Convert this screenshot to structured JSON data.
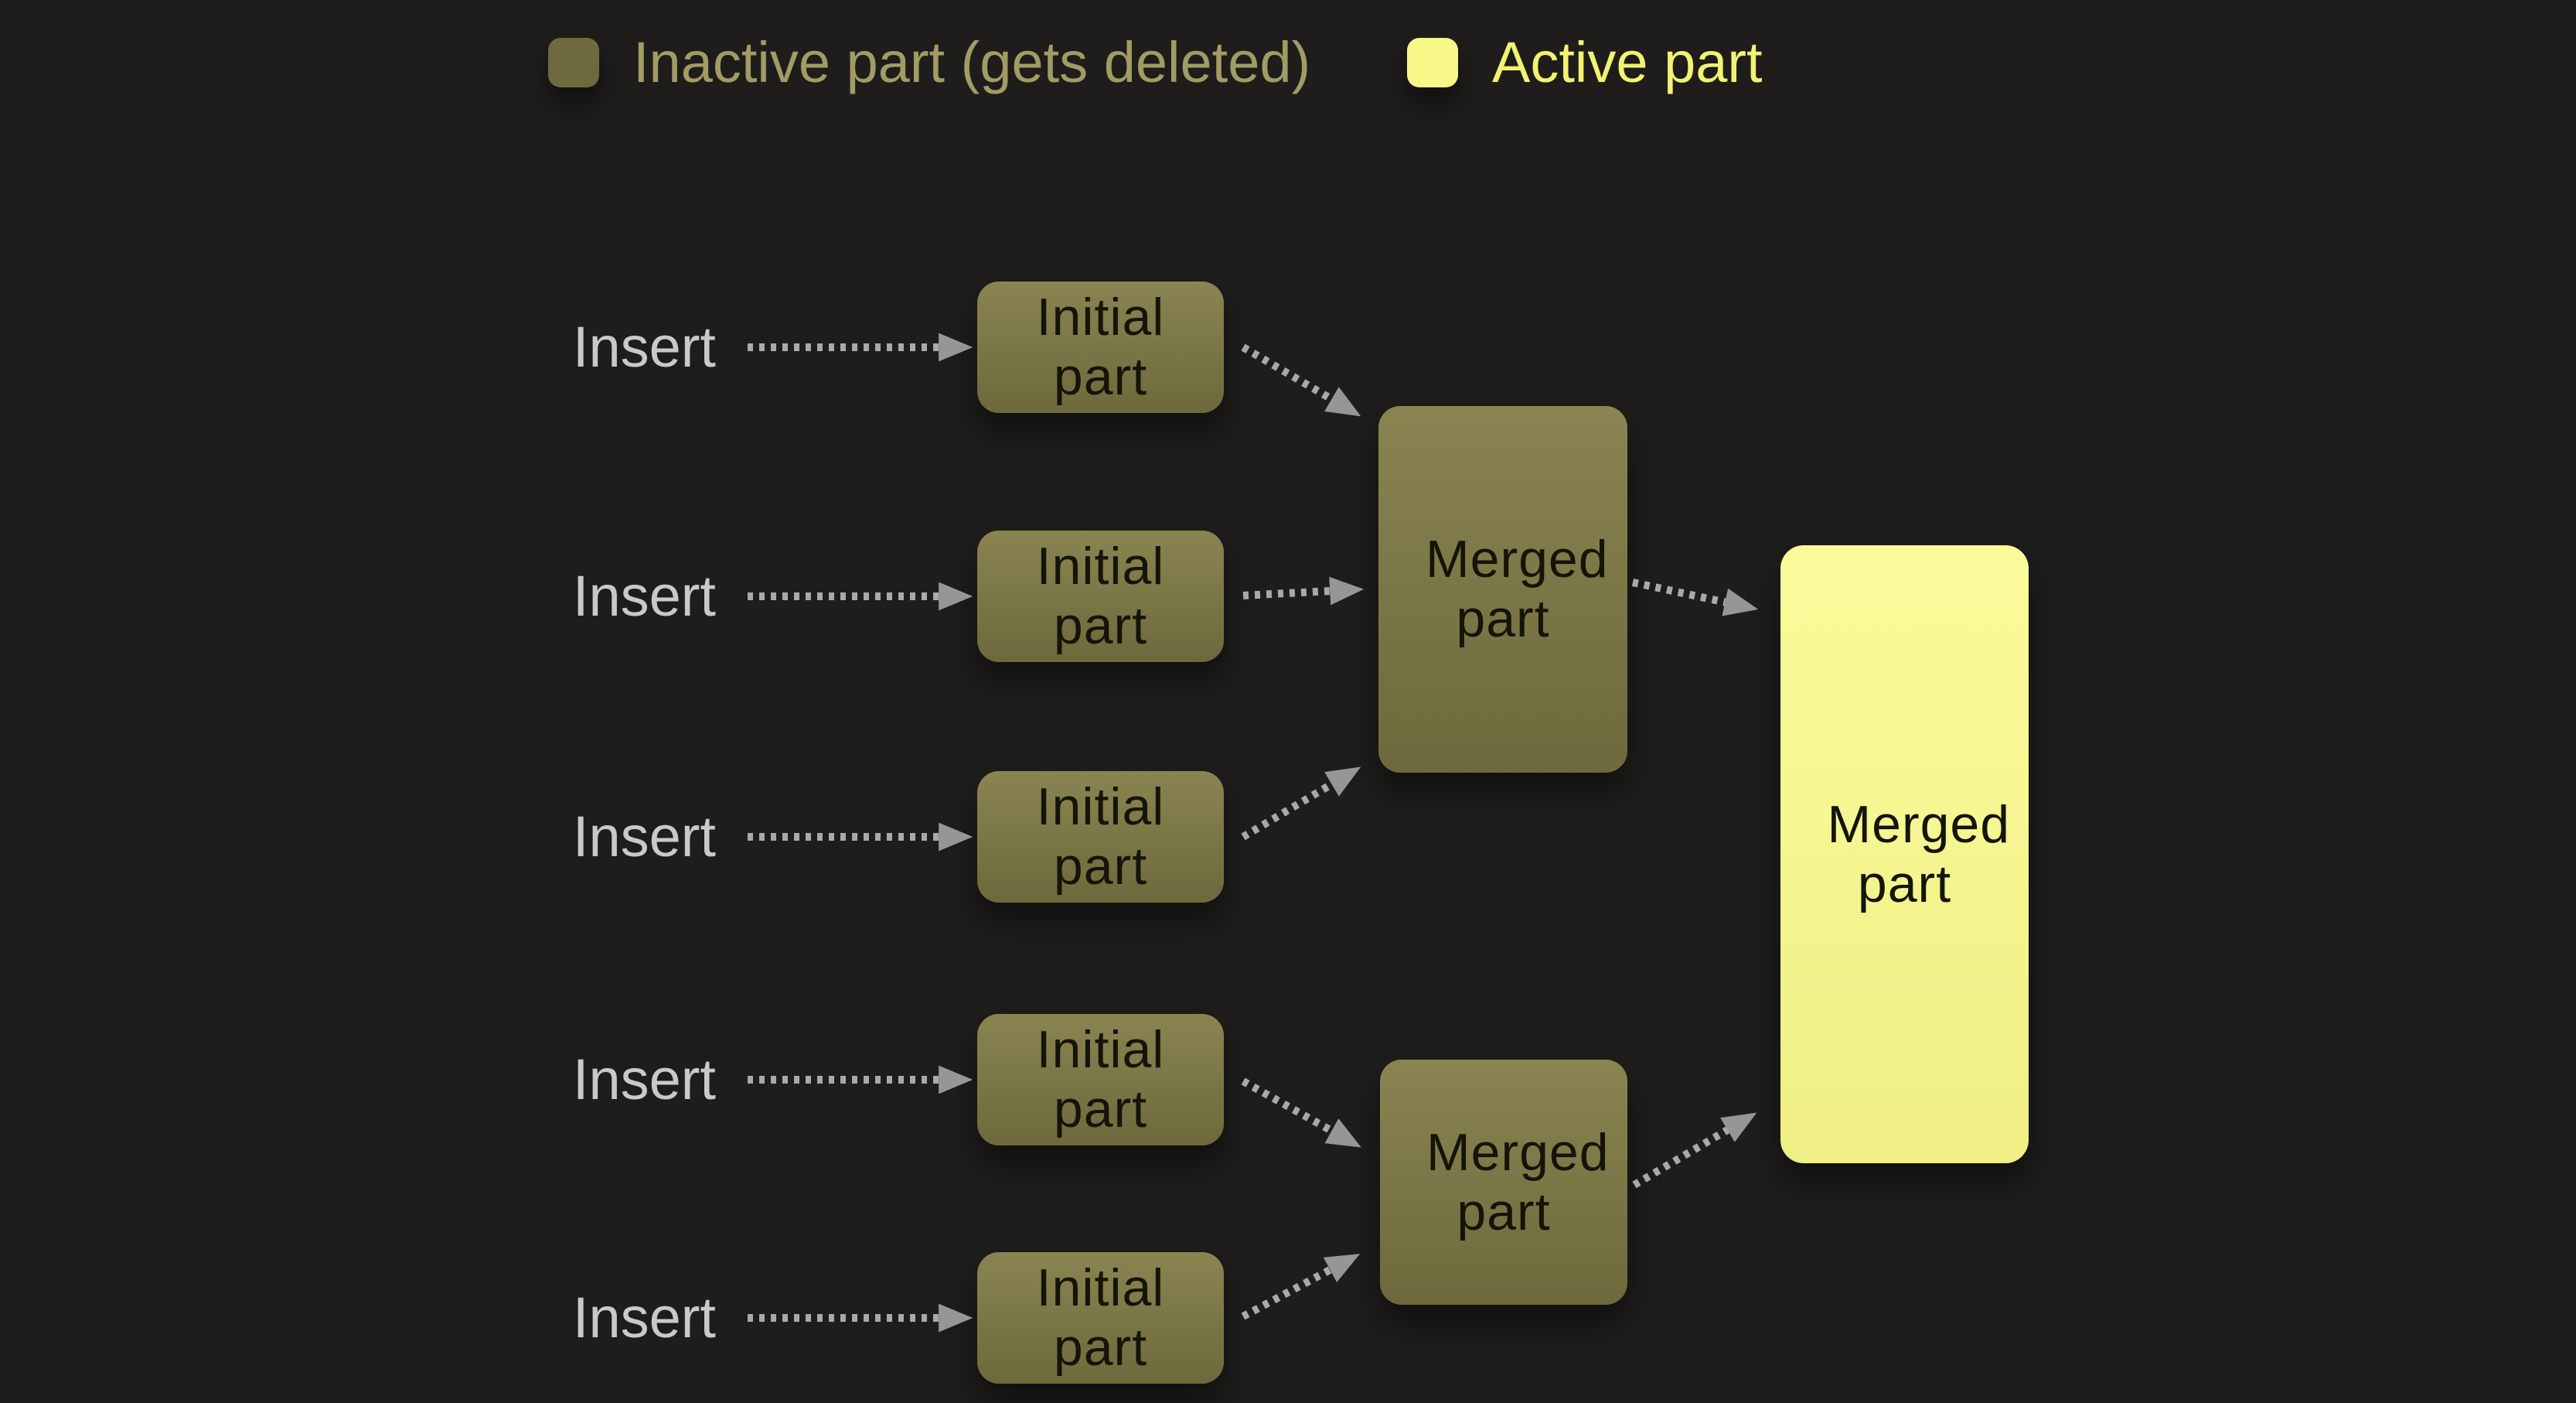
{
  "legend": {
    "inactive": {
      "label": "Inactive part (gets deleted)"
    },
    "active": {
      "label": "Active part"
    }
  },
  "rows": [
    {
      "insert_label": "Insert",
      "box_label": "Initial part"
    },
    {
      "insert_label": "Insert",
      "box_label": "Initial part"
    },
    {
      "insert_label": "Insert",
      "box_label": "Initial part"
    },
    {
      "insert_label": "Insert",
      "box_label": "Initial part"
    },
    {
      "insert_label": "Insert",
      "box_label": "Initial part"
    }
  ],
  "merged": {
    "first_label": "Merged part",
    "second_label": "Merged part",
    "final_label": "Merged part"
  },
  "colors": {
    "background": "#1e1d1b",
    "inactive_fill": "#6e6a3e",
    "inactive_fill_light": "#8a8451",
    "inactive_fill_dark": "#6d693c",
    "active_fill": "#fbfb9c",
    "legend_active_swatch": "#f8f888",
    "legend_inactive_text": "#a19c64",
    "legend_active_text": "#f2f273",
    "insert_text": "#c9c9c9",
    "arrow": "#a9a9a9",
    "arrow_head": "#969696",
    "box_text": "#141408"
  }
}
